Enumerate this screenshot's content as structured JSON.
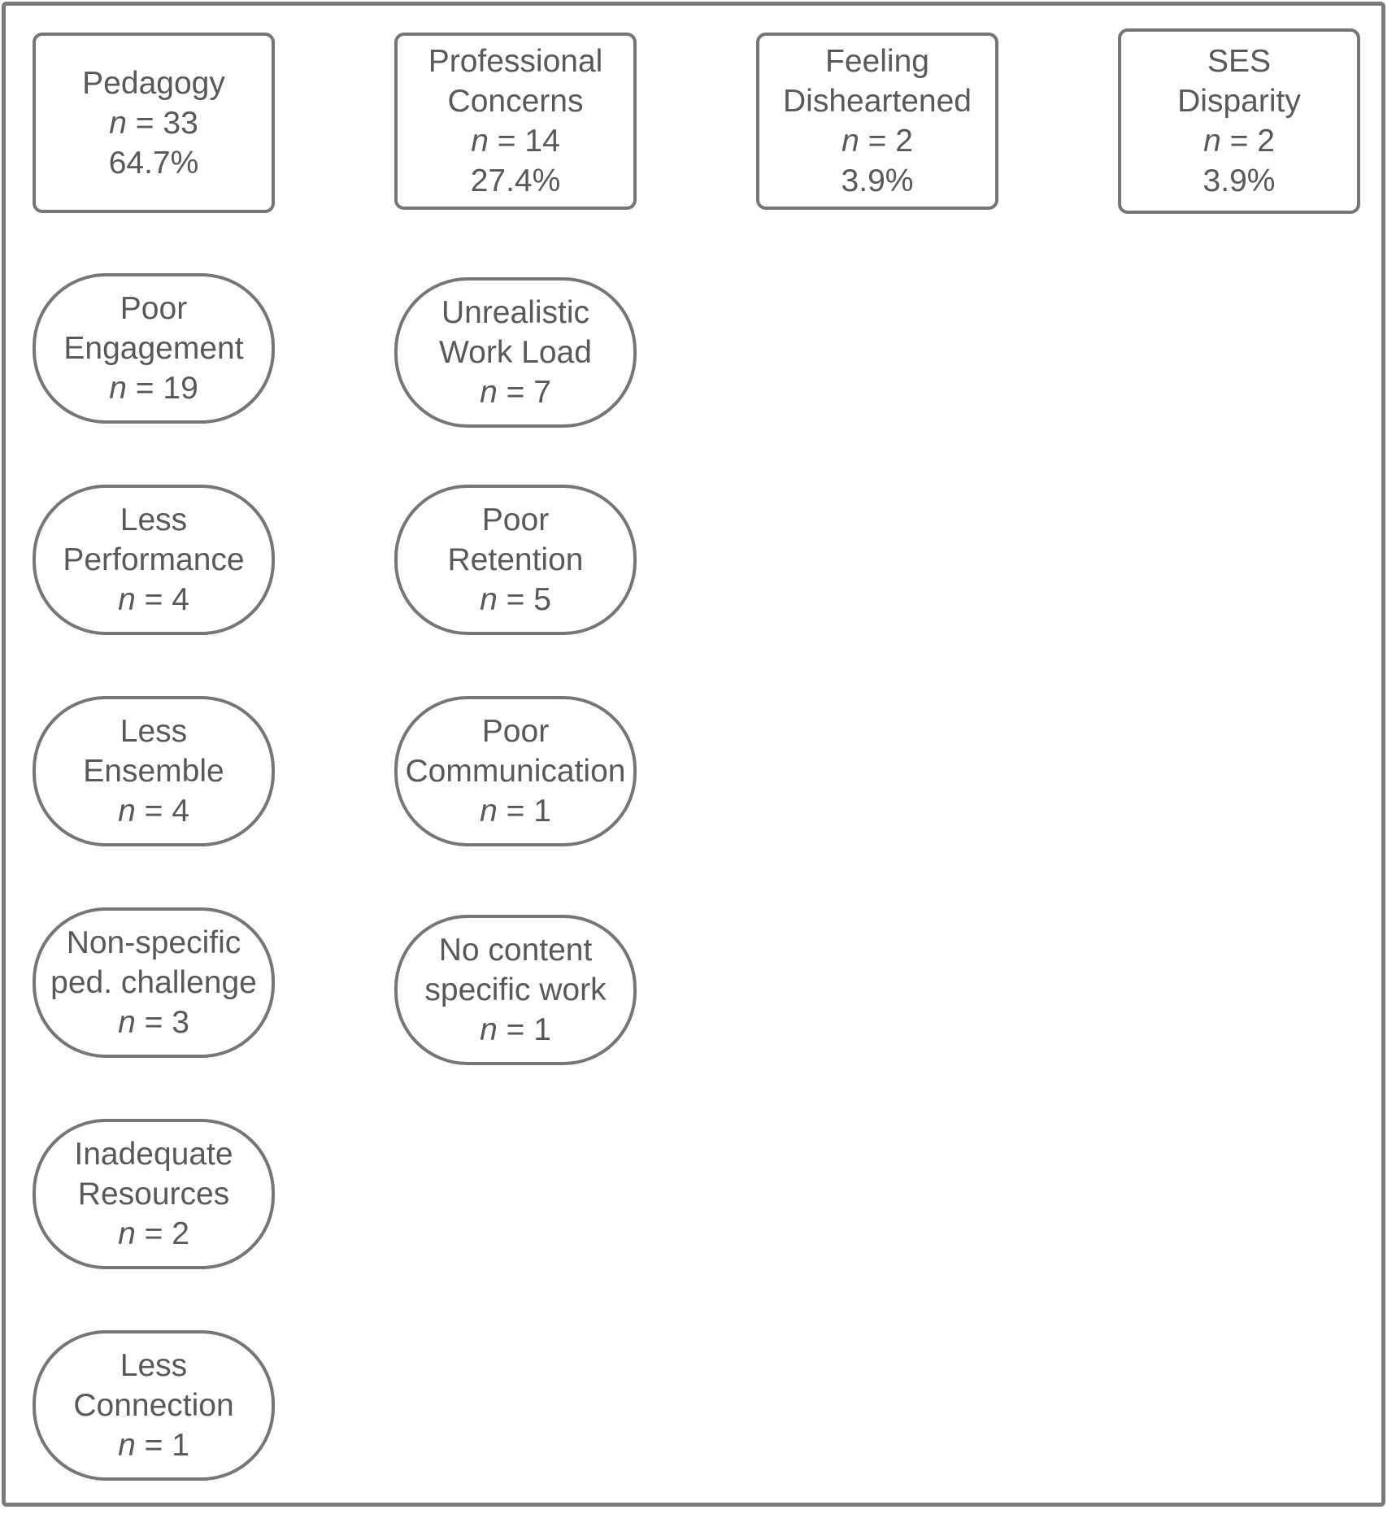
{
  "categories": [
    {
      "title": [
        "Pedagogy"
      ],
      "n": "33",
      "pct": "64.7%"
    },
    {
      "title": [
        "Professional",
        "Concerns"
      ],
      "n": "14",
      "pct": "27.4%"
    },
    {
      "title": [
        "Feeling",
        "Disheartened"
      ],
      "n": "2",
      "pct": "3.9%"
    },
    {
      "title": [
        "SES",
        "Disparity"
      ],
      "n": "2",
      "pct": "3.9%"
    }
  ],
  "pedagogy_subthemes": [
    {
      "title": [
        "Poor",
        "Engagement"
      ],
      "n": "19"
    },
    {
      "title": [
        "Less",
        "Performance"
      ],
      "n": "4"
    },
    {
      "title": [
        "Less",
        "Ensemble"
      ],
      "n": "4"
    },
    {
      "title": [
        "Non-specific",
        "ped. challenge"
      ],
      "n": "3"
    },
    {
      "title": [
        "Inadequate",
        "Resources"
      ],
      "n": "2"
    },
    {
      "title": [
        "Less",
        "Connection"
      ],
      "n": "1"
    }
  ],
  "professional_subthemes": [
    {
      "title": [
        "Unrealistic",
        "Work Load"
      ],
      "n": "7"
    },
    {
      "title": [
        "Poor",
        "Retention"
      ],
      "n": "5"
    },
    {
      "title": [
        "Poor",
        "Communication"
      ],
      "n": "1"
    },
    {
      "title": [
        "No content",
        "specific work"
      ],
      "n": "1"
    }
  ],
  "n_symbol": "n",
  "equals": " = ",
  "colors": {
    "border": "#767676",
    "text": "#595959",
    "frame": "#7a7a7a"
  }
}
